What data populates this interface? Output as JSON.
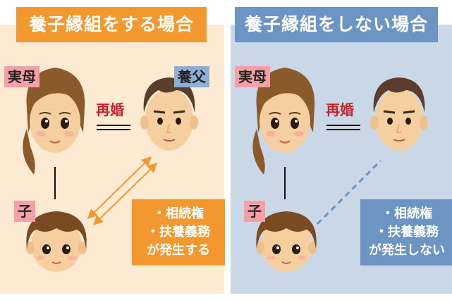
{
  "left": {
    "title": "養子縁組をする場合",
    "mother_label": "実母",
    "father_label": "養父",
    "child_label": "子",
    "remarriage_label": "再婚",
    "info_lines": [
      "・相続権",
      "・扶養義務",
      "が発生する"
    ]
  },
  "right": {
    "title": "養子縁組をしない場合",
    "mother_label": "実母",
    "child_label": "子",
    "remarriage_label": "再婚",
    "info_lines": [
      "・相続権",
      "・扶養義務",
      "が発生しない"
    ]
  },
  "colors": {
    "orange": "#f2982e",
    "blue": "#6d95c3",
    "pink_label": "#f5a0a4",
    "remarriage_red": "#c8232d",
    "left_bg": "#fcebd2",
    "right_bg": "#c9d7e6"
  },
  "icons": [
    "mother-face-icon",
    "father-face-icon",
    "child-face-icon"
  ]
}
